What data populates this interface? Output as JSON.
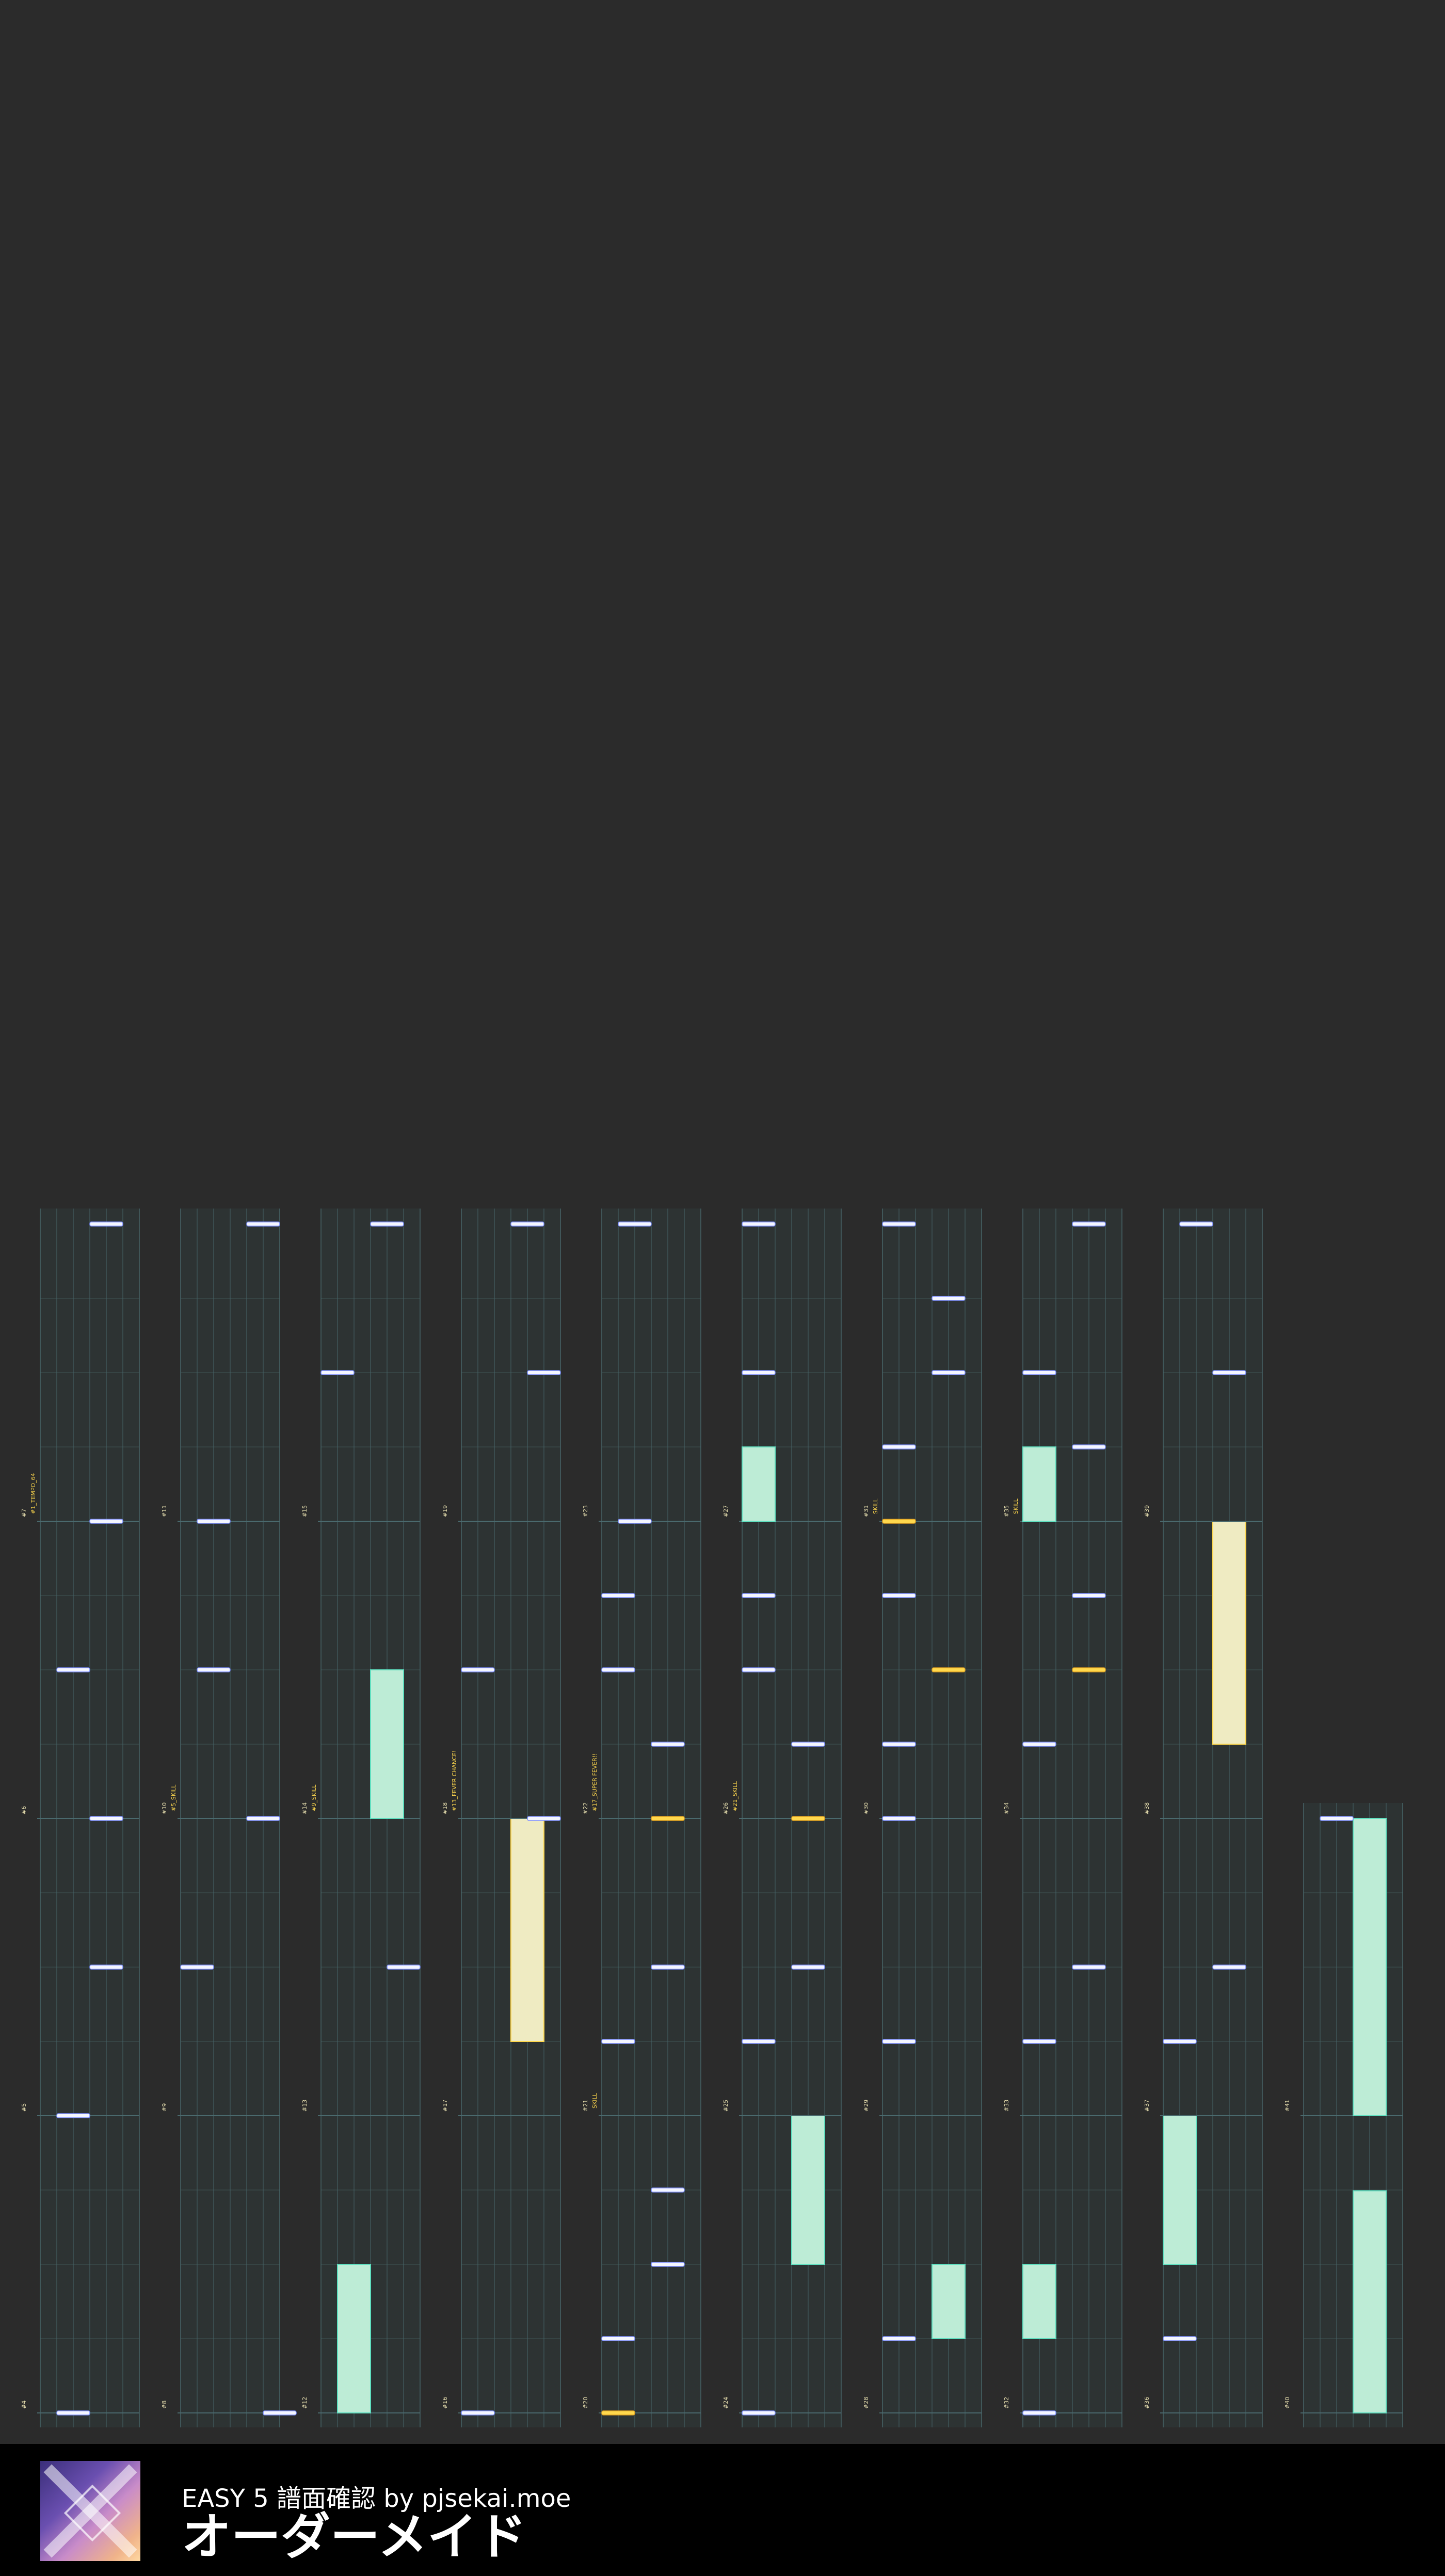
{
  "footer": {
    "subtitle": "EASY 5 譜面確認 by pjsekai.moe",
    "title": "オーダーメイド",
    "jacket_icon": "song-jacket-image"
  },
  "colors": {
    "background": "#2b2b2b",
    "lane_bg": "#2d3333",
    "grid": "#4a6a6e",
    "note": "#f4f6ff",
    "note_edge": "#7b8cff",
    "critical": "#ffd84d",
    "hold": "#bdecd6",
    "hold_edge": "#5fe0c0",
    "critical_hold": "#efebc2",
    "critical_hold_edge": "#ffd84d",
    "label": "#e8e0b0"
  },
  "columns": [
    {
      "bars": [
        {
          "label": "#4",
          "marks": [
            {
              "t": "n",
              "lane": 2,
              "beat": 0
            }
          ]
        },
        {
          "label": "#5",
          "marks": [
            {
              "t": "n",
              "lane": 2,
              "beat": 0
            },
            {
              "t": "n",
              "lane": 6,
              "beat": 2
            }
          ]
        },
        {
          "label": "#6",
          "marks": [
            {
              "t": "n",
              "lane": 6,
              "beat": 0
            },
            {
              "t": "n",
              "lane": 2,
              "beat": 2
            }
          ]
        },
        {
          "label": "#7",
          "marks": [
            {
              "t": "n",
              "lane": 6,
              "beat": 0
            }
          ]
        }
      ],
      "tail": {
        "t": "n",
        "lane": 6
      },
      "events": [
        {
          "bar": 3,
          "text": "#1_TEMPO_64"
        }
      ]
    },
    {
      "bars": [
        {
          "label": "#8",
          "marks": [
            {
              "t": "n",
              "lane": 10,
              "beat": 0
            }
          ]
        },
        {
          "label": "#9",
          "marks": [
            {
              "t": "n",
              "lane": 0,
              "beat": 2
            }
          ]
        },
        {
          "label": "#10",
          "marks": [
            {
              "t": "n",
              "lane": 2,
              "beat": 2
            },
            {
              "t": "n",
              "lane": 8,
              "beat": 0
            }
          ]
        },
        {
          "label": "#11",
          "marks": [
            {
              "t": "n",
              "lane": 2,
              "beat": 0
            }
          ]
        }
      ],
      "tail": {
        "t": "n",
        "lane": 8
      },
      "events": [
        {
          "bar": 2,
          "text": "#5_SKILL"
        }
      ]
    },
    {
      "bars": [
        {
          "label": "#12",
          "marks": [
            {
              "t": "h",
              "lane": 2,
              "from": 0,
              "to": 2
            }
          ]
        },
        {
          "label": "#13",
          "marks": [
            {
              "t": "n",
              "lane": 8,
              "beat": 2
            }
          ]
        },
        {
          "label": "#14",
          "marks": [
            {
              "t": "h",
              "lane": 6,
              "from": 0,
              "to": 2
            }
          ]
        },
        {
          "label": "#15",
          "marks": [
            {
              "t": "n",
              "lane": 0,
              "beat": 2
            }
          ]
        }
      ],
      "tail": {
        "t": "n",
        "lane": 6
      },
      "events": [
        {
          "bar": 2,
          "text": "#9_SKILL"
        }
      ]
    },
    {
      "bars": [
        {
          "label": "#16",
          "marks": [
            {
              "t": "n",
              "lane": 0,
              "beat": 0
            }
          ]
        },
        {
          "label": "#17",
          "marks": [
            {
              "t": "ch",
              "lane": 6,
              "from": 1,
              "to": 4
            }
          ]
        },
        {
          "label": "#18",
          "marks": [
            {
              "t": "n",
              "lane": 0,
              "beat": 2
            },
            {
              "t": "n",
              "lane": 8,
              "beat": 0
            }
          ]
        },
        {
          "label": "#19",
          "marks": [
            {
              "t": "n",
              "lane": 8,
              "beat": 2
            }
          ]
        }
      ],
      "tail": {
        "t": "n",
        "lane": 6
      },
      "events": [
        {
          "bar": 2,
          "text": "#13_FEVER CHANCE!"
        }
      ]
    },
    {
      "bars": [
        {
          "label": "#20",
          "marks": [
            {
              "t": "c",
              "lane": 0,
              "beat": 0
            },
            {
              "t": "n",
              "lane": 0,
              "beat": 1
            },
            {
              "t": "n",
              "lane": 6,
              "beat": 2
            },
            {
              "t": "n",
              "lane": 6,
              "beat": 3
            }
          ]
        },
        {
          "label": "#21",
          "marks": [
            {
              "t": "n",
              "lane": 0,
              "beat": 1
            },
            {
              "t": "n",
              "lane": 6,
              "beat": 2
            }
          ]
        },
        {
          "label": "#22",
          "marks": [
            {
              "t": "c",
              "lane": 6,
              "beat": 0
            },
            {
              "t": "n",
              "lane": 6,
              "beat": 1
            },
            {
              "t": "n",
              "lane": 0,
              "beat": 2
            },
            {
              "t": "n",
              "lane": 0,
              "beat": 3
            }
          ]
        },
        {
          "label": "#23",
          "marks": [
            {
              "t": "n",
              "lane": 2,
              "beat": 0
            }
          ]
        }
      ],
      "tail": {
        "t": "n",
        "lane": 2
      },
      "events": [
        {
          "bar": 1,
          "text": "SKILL"
        },
        {
          "bar": 2,
          "text": "#17_SUPER FEVER!!"
        }
      ]
    },
    {
      "bars": [
        {
          "label": "#24",
          "marks": [
            {
              "t": "h",
              "lane": 6,
              "from": 2,
              "to": 4
            },
            {
              "t": "n",
              "lane": 0,
              "beat": 0
            }
          ]
        },
        {
          "label": "#25",
          "marks": [
            {
              "t": "n",
              "lane": 0,
              "beat": 1
            },
            {
              "t": "n",
              "lane": 6,
              "beat": 2
            }
          ]
        },
        {
          "label": "#26",
          "marks": [
            {
              "t": "c",
              "lane": 6,
              "beat": 0
            },
            {
              "t": "n",
              "lane": 6,
              "beat": 1
            },
            {
              "t": "n",
              "lane": 0,
              "beat": 2
            },
            {
              "t": "n",
              "lane": 0,
              "beat": 3
            }
          ]
        },
        {
          "label": "#27",
          "marks": [
            {
              "t": "h",
              "lane": 0,
              "from": 0,
              "to": 1
            },
            {
              "t": "n",
              "lane": 0,
              "beat": 2
            }
          ]
        }
      ],
      "tail": {
        "t": "n",
        "lane": 0
      },
      "events": [
        {
          "bar": 2,
          "text": "#21_SKILL"
        }
      ]
    },
    {
      "bars": [
        {
          "label": "#28",
          "marks": [
            {
              "t": "n",
              "lane": 0,
              "beat": 1
            },
            {
              "t": "h",
              "lane": 6,
              "from": 1,
              "to": 2
            }
          ]
        },
        {
          "label": "#29",
          "marks": [
            {
              "t": "n",
              "lane": 0,
              "beat": 1
            }
          ]
        },
        {
          "label": "#30",
          "marks": [
            {
              "t": "n",
              "lane": 0,
              "beat": 0
            },
            {
              "t": "n",
              "lane": 0,
              "beat": 1
            },
            {
              "t": "c",
              "lane": 6,
              "beat": 2
            },
            {
              "t": "n",
              "lane": 0,
              "beat": 3
            }
          ]
        },
        {
          "label": "#31",
          "marks": [
            {
              "t": "c",
              "lane": 0,
              "beat": 0
            },
            {
              "t": "n",
              "lane": 0,
              "beat": 1
            },
            {
              "t": "n",
              "lane": 6,
              "beat": 2
            },
            {
              "t": "n",
              "lane": 6,
              "beat": 3
            }
          ]
        }
      ],
      "tail": {
        "t": "h",
        "lane": 0
      },
      "events": [
        {
          "bar": 3,
          "text": "SKILL"
        }
      ]
    },
    {
      "bars": [
        {
          "label": "#32",
          "marks": [
            {
              "t": "n",
              "lane": 0,
              "beat": 0
            },
            {
              "t": "h",
              "lane": 0,
              "from": 1,
              "to": 2
            }
          ]
        },
        {
          "label": "#33",
          "marks": [
            {
              "t": "n",
              "lane": 0,
              "beat": 1
            },
            {
              "t": "n",
              "lane": 6,
              "beat": 2
            }
          ]
        },
        {
          "label": "#34",
          "marks": [
            {
              "t": "n",
              "lane": 0,
              "beat": 1
            },
            {
              "t": "c",
              "lane": 6,
              "beat": 2
            },
            {
              "t": "n",
              "lane": 6,
              "beat": 3
            }
          ]
        },
        {
          "label": "#35",
          "marks": [
            {
              "t": "h",
              "lane": 0,
              "from": 0,
              "to": 1
            },
            {
              "t": "n",
              "lane": 6,
              "beat": 1
            },
            {
              "t": "n",
              "lane": 0,
              "beat": 2
            }
          ]
        }
      ],
      "tail": {
        "t": "h",
        "lane": 6
      },
      "events": [
        {
          "bar": 3,
          "text": "SKILL"
        }
      ]
    },
    {
      "bars": [
        {
          "label": "#36",
          "marks": [
            {
              "t": "h",
              "lane": 0,
              "from": 2,
              "to": 4
            },
            {
              "t": "n",
              "lane": 0,
              "beat": 1
            }
          ]
        },
        {
          "label": "#37",
          "marks": [
            {
              "t": "n",
              "lane": 6,
              "beat": 2
            },
            {
              "t": "n",
              "lane": 0,
              "beat": 1
            }
          ]
        },
        {
          "label": "#38",
          "marks": [
            {
              "t": "ch",
              "lane": 6,
              "from": 1,
              "to": 4
            }
          ]
        },
        {
          "label": "#39",
          "marks": [
            {
              "t": "n",
              "lane": 6,
              "beat": 2
            }
          ]
        }
      ],
      "tail": {
        "t": "n",
        "lane": 2
      },
      "events": []
    },
    {
      "bars": [
        {
          "label": "#40",
          "marks": [
            {
              "t": "h",
              "lane": 6,
              "from": 0,
              "to": 2.99
            }
          ]
        },
        {
          "label": "#41",
          "marks": [
            {
              "t": "h",
              "lane": 6,
              "from": 0,
              "to": 4
            }
          ]
        }
      ],
      "tail": {
        "t": "n",
        "lane": 2
      },
      "events": []
    }
  ]
}
